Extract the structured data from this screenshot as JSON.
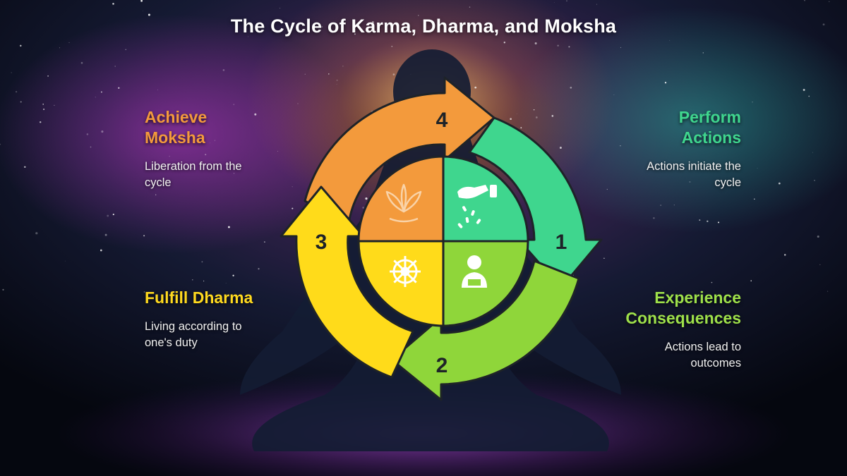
{
  "title": "The Cycle of Karma, Dharma, and Moksha",
  "stages": [
    {
      "number": "1",
      "heading": "Perform Actions",
      "description": "Actions initiate the cycle",
      "color": "#3fd68e",
      "icon": "hand-sowing-seeds-icon"
    },
    {
      "number": "2",
      "heading": "Experience Consequences",
      "description": "Actions lead to outcomes",
      "color": "#8fd63a",
      "icon": "person-receiving-icon"
    },
    {
      "number": "3",
      "heading": "Fulfill Dharma",
      "description": "Living according to one's duty",
      "color": "#ffdb1a",
      "icon": "dharma-wheel-icon"
    },
    {
      "number": "4",
      "heading": "Achieve Moksha",
      "description": "Liberation from the cycle",
      "color": "#f39a3c",
      "icon": "lotus-icon"
    }
  ],
  "heading_lines": {
    "moksha": [
      "Achieve",
      "Moksha"
    ],
    "actions": [
      "Perform",
      "Actions"
    ],
    "consequences": [
      "Experience",
      "Consequences"
    ],
    "dharma": [
      "Fulfill Dharma"
    ]
  },
  "description_lines": {
    "moksha": [
      "Liberation from the",
      "cycle"
    ],
    "actions": [
      "Actions initiate the",
      "cycle"
    ],
    "consequences": [
      "Actions lead to",
      "outcomes"
    ],
    "dharma": [
      "Living according to",
      "one's duty"
    ]
  }
}
